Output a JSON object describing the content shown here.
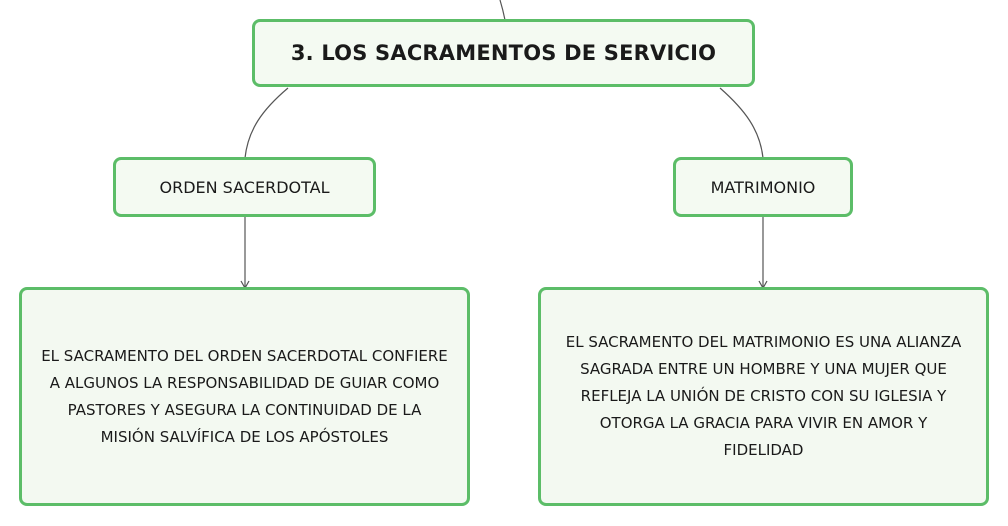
{
  "root": {
    "title": "3. LOS SACRAMENTOS DE SERVICIO"
  },
  "branches": [
    {
      "label": "ORDEN SACERDOTAL",
      "description": "EL SACRAMENTO DEL ORDEN SACERDOTAL CONFIERE A ALGUNOS LA RESPONSABILIDAD DE GUIAR COMO PASTORES Y ASEGURA LA CONTINUIDAD DE LA MISIÓN SALVÍFICA DE LOS APÓSTOLES"
    },
    {
      "label": "MATRIMONIO",
      "description": "EL SACRAMENTO DEL MATRIMONIO ES UNA ALIANZA SAGRADA ENTRE UN HOMBRE Y UNA MUJER QUE REFLEJA LA UNIÓN DE CRISTO CON SU IGLESIA Y OTORGA LA GRACIA PARA VIVIR EN AMOR Y FIDELIDAD"
    }
  ],
  "colors": {
    "node_border": "#5cbd68",
    "node_fill": "#f4faf2",
    "connector": "#555555"
  }
}
